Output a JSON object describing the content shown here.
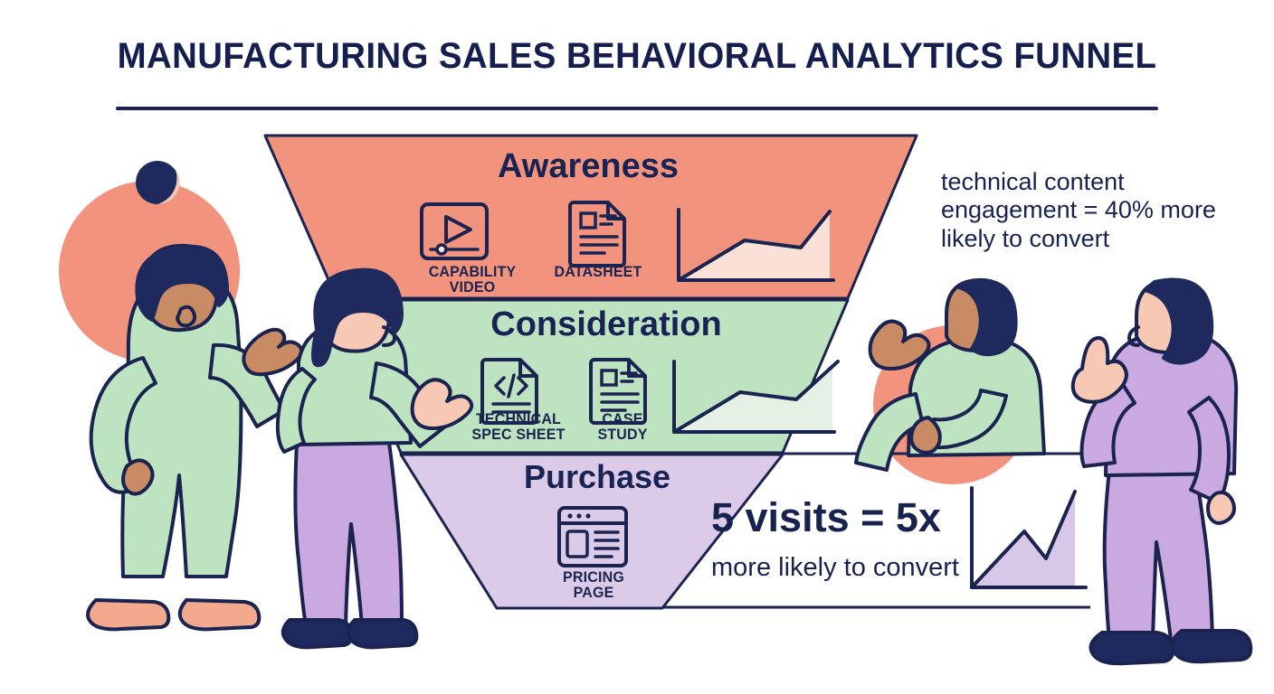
{
  "title": "MANUFACTURING SALES BEHAVIORAL ANALYTICS FUNNEL",
  "funnel": {
    "tiers": [
      {
        "name": "Awareness",
        "color": "#F2937E",
        "items": [
          {
            "icon": "video-player-icon",
            "label_line1": "CAPABILITY",
            "label_line2": "VIDEO"
          },
          {
            "icon": "document-datasheet-icon",
            "label_line1": "DATASHEET",
            "label_line2": ""
          }
        ]
      },
      {
        "name": "Consideration",
        "color": "#BEE3C0",
        "items": [
          {
            "icon": "code-document-icon",
            "label_line1": "TECHNICAL",
            "label_line2": "SPEC SHEET"
          },
          {
            "icon": "document-casestudy-icon",
            "label_line1": "CASE",
            "label_line2": "STUDY"
          }
        ]
      },
      {
        "name": "Purchase",
        "color": "#DCCAE9",
        "items": [
          {
            "icon": "browser-window-icon",
            "label_line1": "PRICING",
            "label_line2": "PAGE"
          }
        ]
      }
    ]
  },
  "callouts": {
    "top": "technical content engagement = 40% more likely to convert",
    "bottom_headline": "5 visits = 5x",
    "bottom_subline": "more likely to convert"
  },
  "colors": {
    "ink": "#1b2450",
    "salmon": "#F2937E",
    "green": "#BEE3C0",
    "purple": "#DCCAE9",
    "skin_light": "#F7C9B4",
    "skin_mid": "#C98B63",
    "hair": "#1e2a5e",
    "shirt_green": "#BEE3C0",
    "pants_purple": "#C9A9E0",
    "background": "#FFFFFF"
  },
  "chart_data": [
    {
      "type": "area",
      "title": "Awareness trend",
      "x": [
        0,
        1,
        2,
        3
      ],
      "values": [
        0,
        52,
        46,
        100
      ],
      "xlabel": "",
      "ylabel": "",
      "ylim": [
        0,
        100
      ],
      "grid": false,
      "legend": "none",
      "line_color": "#1b2450",
      "fill_color": "#FBE0D8"
    },
    {
      "type": "area",
      "title": "Consideration trend",
      "x": [
        0,
        1,
        2,
        3
      ],
      "values": [
        0,
        58,
        52,
        100
      ],
      "xlabel": "",
      "ylabel": "",
      "ylim": [
        0,
        100
      ],
      "grid": false,
      "legend": "none",
      "line_color": "#1b2450",
      "fill_color": "#E4F1E4"
    },
    {
      "type": "area",
      "title": "Purchase trend",
      "x": [
        0,
        1,
        2,
        3,
        4
      ],
      "values": [
        0,
        62,
        35,
        100,
        0
      ],
      "xlabel": "",
      "ylabel": "",
      "ylim": [
        0,
        100
      ],
      "grid": false,
      "legend": "none",
      "line_color": "#1b2450",
      "fill_color": "#D9C7E8"
    }
  ]
}
